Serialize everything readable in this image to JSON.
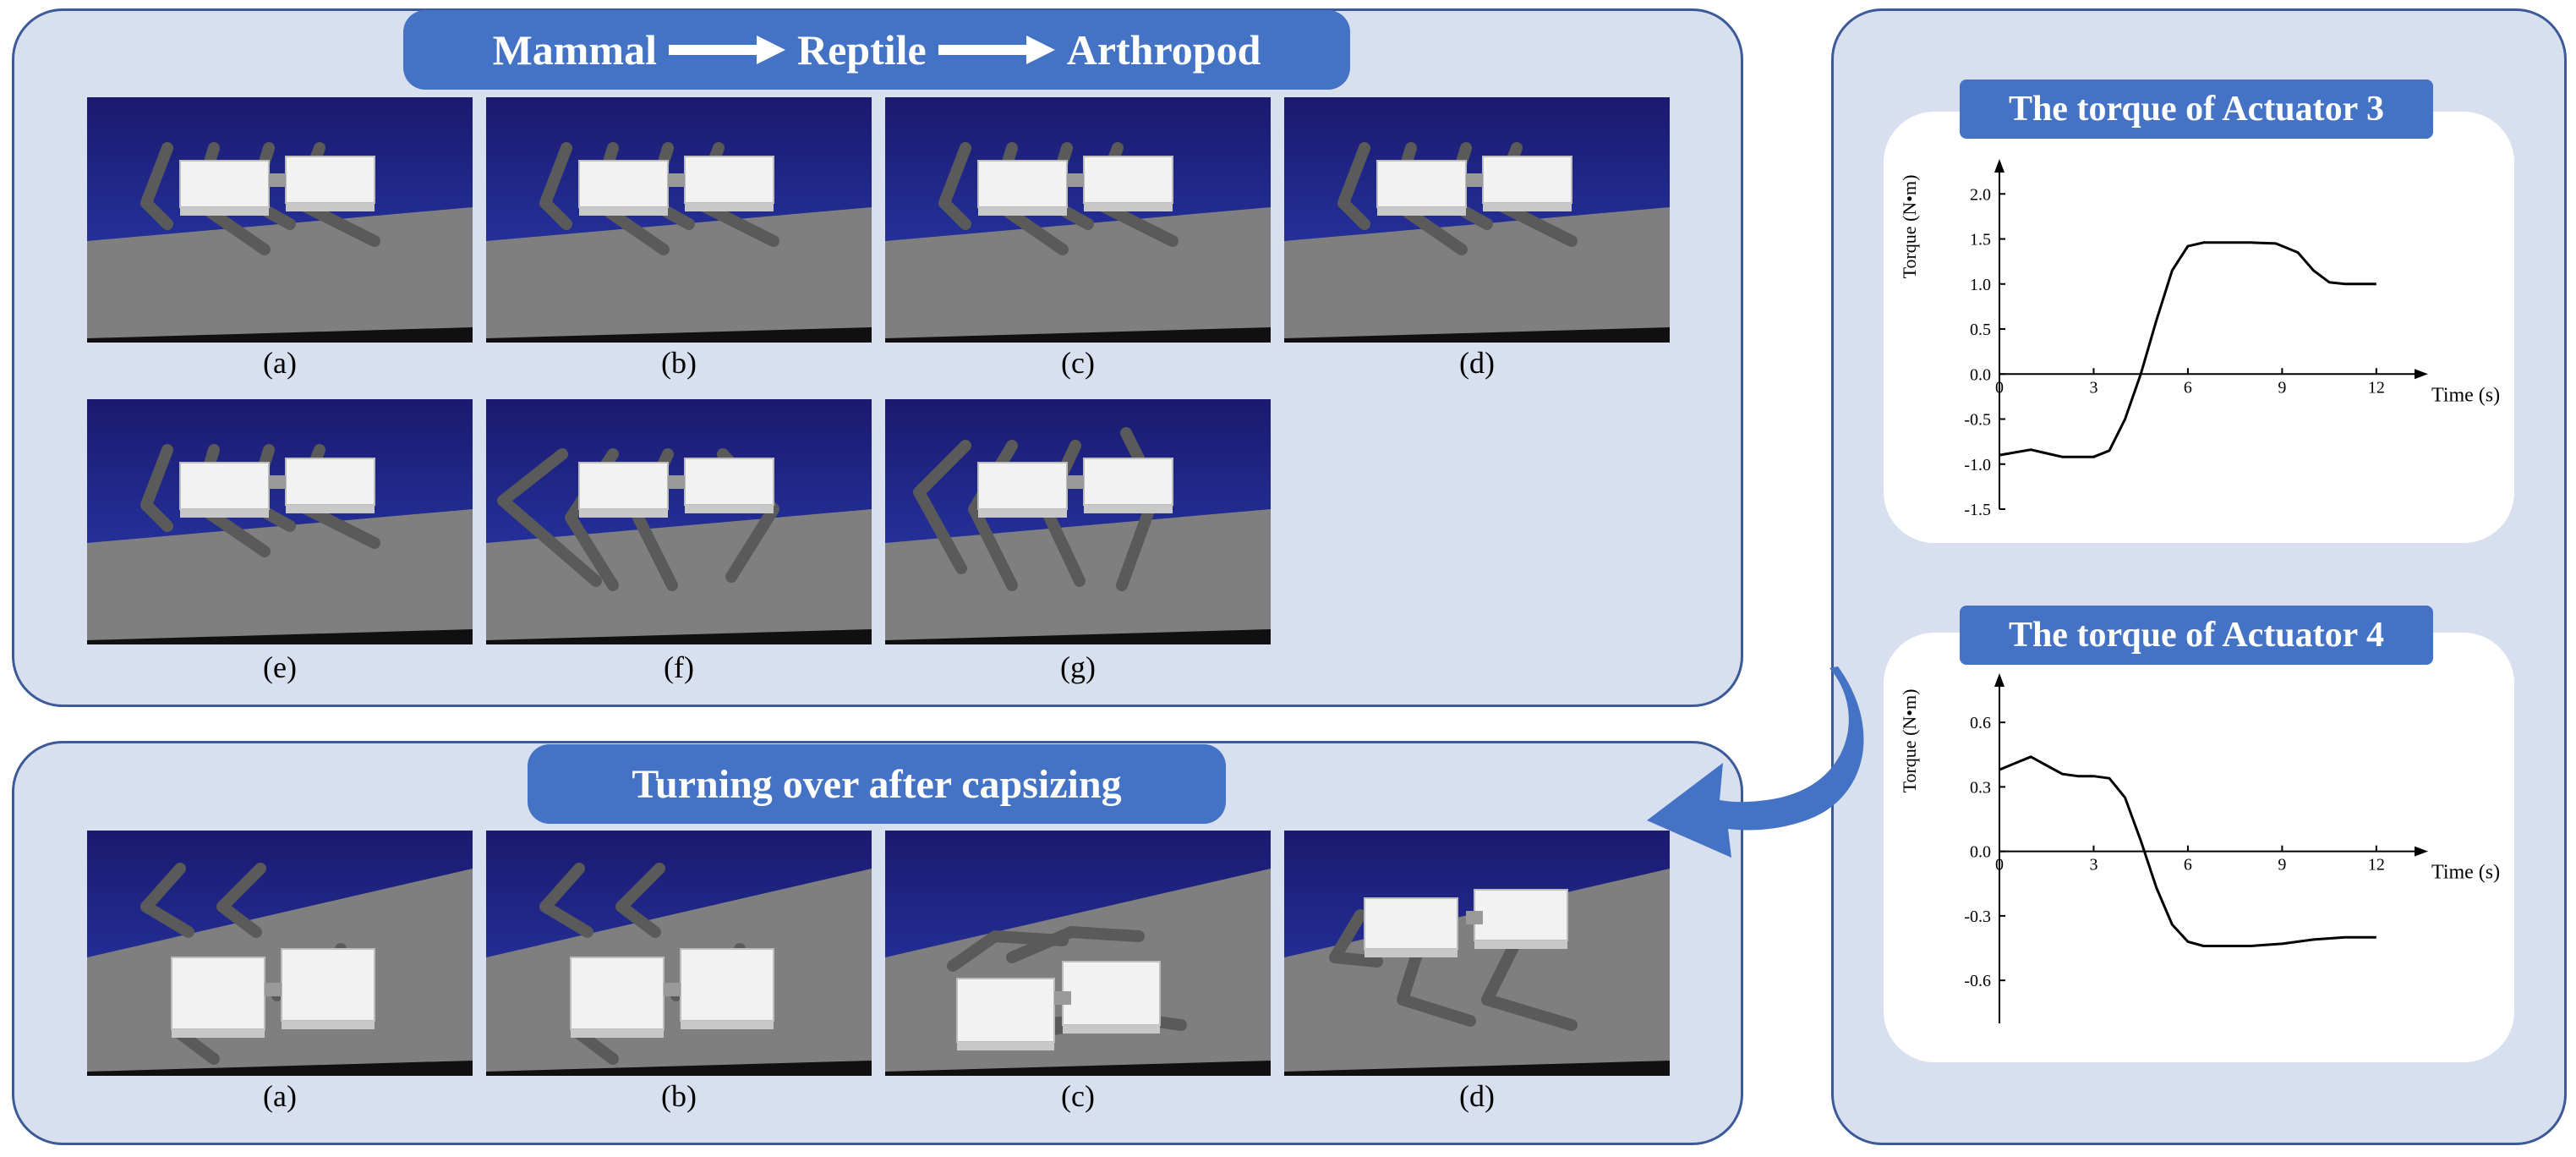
{
  "top_panel": {
    "title_parts": [
      "Mammal",
      "Reptile",
      "Arthropod"
    ],
    "frames": [
      {
        "caption": "(a)",
        "legs": "mammal"
      },
      {
        "caption": "(b)",
        "legs": "mammal"
      },
      {
        "caption": "(c)",
        "legs": "mammal"
      },
      {
        "caption": "(d)",
        "legs": "mammal"
      },
      {
        "caption": "(e)",
        "legs": "mammal"
      },
      {
        "caption": "(f)",
        "legs": "reptile"
      },
      {
        "caption": "(g)",
        "legs": "arthropod"
      }
    ]
  },
  "bottom_panel": {
    "title": "Turning over after capsizing",
    "frames": [
      {
        "caption": "(a)",
        "legs": "flipped"
      },
      {
        "caption": "(b)",
        "legs": "flipped"
      },
      {
        "caption": "(c)",
        "legs": "flat"
      },
      {
        "caption": "(d)",
        "legs": "upright"
      }
    ]
  },
  "chart_data": [
    {
      "type": "line",
      "title": "The torque of  Actuator 3",
      "xlabel": "Time (s)",
      "ylabel": "Torque (N•m)",
      "xlim": [
        0,
        13
      ],
      "ylim": [
        -1.5,
        2.2
      ],
      "xticks": [
        0,
        3,
        6,
        9,
        12
      ],
      "xtick_labels": [
        "0",
        "3",
        "6",
        "9",
        "12"
      ],
      "yticks": [
        -1.5,
        -1.0,
        -0.5,
        0.0,
        0.5,
        1.0,
        1.5,
        2.0
      ],
      "ytick_labels": [
        "-1.5",
        "-1.0",
        "-0.5",
        "0.0",
        "0.5",
        "1.0",
        "1.5",
        "2.0"
      ],
      "series": [
        {
          "x": [
            0,
            0.5,
            1.0,
            1.5,
            2.0,
            2.5,
            3.0,
            3.5,
            4.0,
            4.5,
            5.0,
            5.5,
            6.0,
            6.5,
            7.0,
            8.0,
            8.8,
            9.5,
            10.0,
            10.5,
            11.0,
            11.5,
            12.0
          ],
          "y": [
            -0.9,
            -0.87,
            -0.84,
            -0.88,
            -0.92,
            -0.92,
            -0.92,
            -0.85,
            -0.5,
            0.0,
            0.6,
            1.15,
            1.42,
            1.46,
            1.46,
            1.46,
            1.45,
            1.35,
            1.15,
            1.02,
            1.0,
            1.0,
            1.0
          ]
        }
      ],
      "grid": false,
      "color": "#000000"
    },
    {
      "type": "line",
      "title": "The torque of  Actuator 4",
      "xlabel": "Time (s)",
      "ylabel": "Torque (N•m)",
      "xlim": [
        0,
        13
      ],
      "ylim": [
        -0.8,
        0.75
      ],
      "xticks": [
        0,
        3,
        6,
        9,
        12
      ],
      "xtick_labels": [
        "0",
        "3",
        "6",
        "9",
        "12"
      ],
      "yticks": [
        -0.6,
        -0.3,
        0.0,
        0.3,
        0.6
      ],
      "ytick_labels": [
        "-0.6",
        "-0.3",
        "0.0",
        "0.3",
        "0.6"
      ],
      "series": [
        {
          "x": [
            0,
            0.5,
            1.0,
            1.5,
            2.0,
            2.5,
            3.0,
            3.5,
            4.0,
            4.5,
            5.0,
            5.5,
            6.0,
            6.5,
            7.0,
            8.0,
            9.0,
            10.0,
            11.0,
            12.0
          ],
          "y": [
            0.38,
            0.41,
            0.44,
            0.4,
            0.36,
            0.35,
            0.35,
            0.34,
            0.25,
            0.05,
            -0.17,
            -0.34,
            -0.42,
            -0.44,
            -0.44,
            -0.44,
            -0.43,
            -0.41,
            -0.4,
            -0.4
          ]
        }
      ],
      "grid": false,
      "color": "#000000"
    }
  ],
  "colors": {
    "panel_fill": "#d8e0f0",
    "panel_border": "#3d5a98",
    "pill": "#4472c4",
    "arrow": "#4472c4",
    "sky_top": "#1a1a6e",
    "sky_bottom": "#2b3fb6",
    "ground": "#7f7f7f"
  },
  "icons": {
    "curved_arrow": "curved-arrow-icon",
    "title_arrow": "right-arrow-icon"
  }
}
